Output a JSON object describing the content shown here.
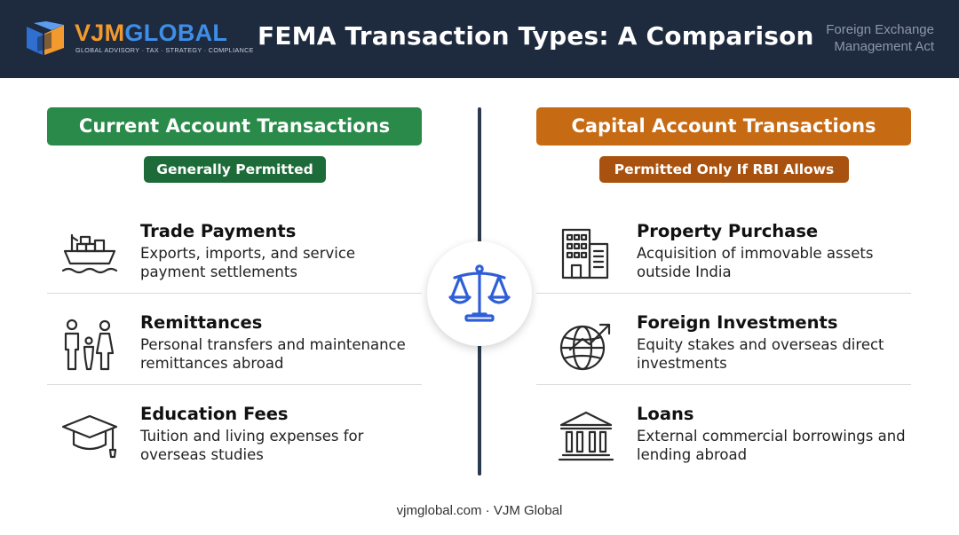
{
  "header": {
    "logo_vjm": "VJM",
    "logo_global": "GLOBAL",
    "logo_tagline": "GLOBAL ADVISORY · TAX · STRATEGY · COMPLIANCE",
    "title": "FEMA Transaction Types: A Comparison",
    "subtitle": "Foreign Exchange Management Act"
  },
  "left": {
    "heading": "Current Account Transactions",
    "badge": "Generally Permitted",
    "color": "#2a8a4a",
    "items": [
      {
        "title": "Trade Payments",
        "desc": "Exports, imports, and service payment settlements",
        "icon": "cargo-ship-icon"
      },
      {
        "title": "Remittances",
        "desc": "Personal transfers and maintenance remittances abroad",
        "icon": "family-icon"
      },
      {
        "title": "Education Fees",
        "desc": "Tuition and living expenses for overseas studies",
        "icon": "graduation-cap-icon"
      }
    ]
  },
  "right": {
    "heading": "Capital Account Transactions",
    "badge": "Permitted Only If RBI Allows",
    "color": "#c66a14",
    "items": [
      {
        "title": "Property Purchase",
        "desc": "Acquisition of immovable assets outside India",
        "icon": "building-icon"
      },
      {
        "title": "Foreign Investments",
        "desc": "Equity stakes and overseas direct investments",
        "icon": "globe-arrow-icon"
      },
      {
        "title": "Loans",
        "desc": "External commercial borrowings and lending abroad",
        "icon": "bank-icon"
      }
    ]
  },
  "center_icon": "balance-scale-icon",
  "footer": "vjmglobal.com · VJM Global"
}
